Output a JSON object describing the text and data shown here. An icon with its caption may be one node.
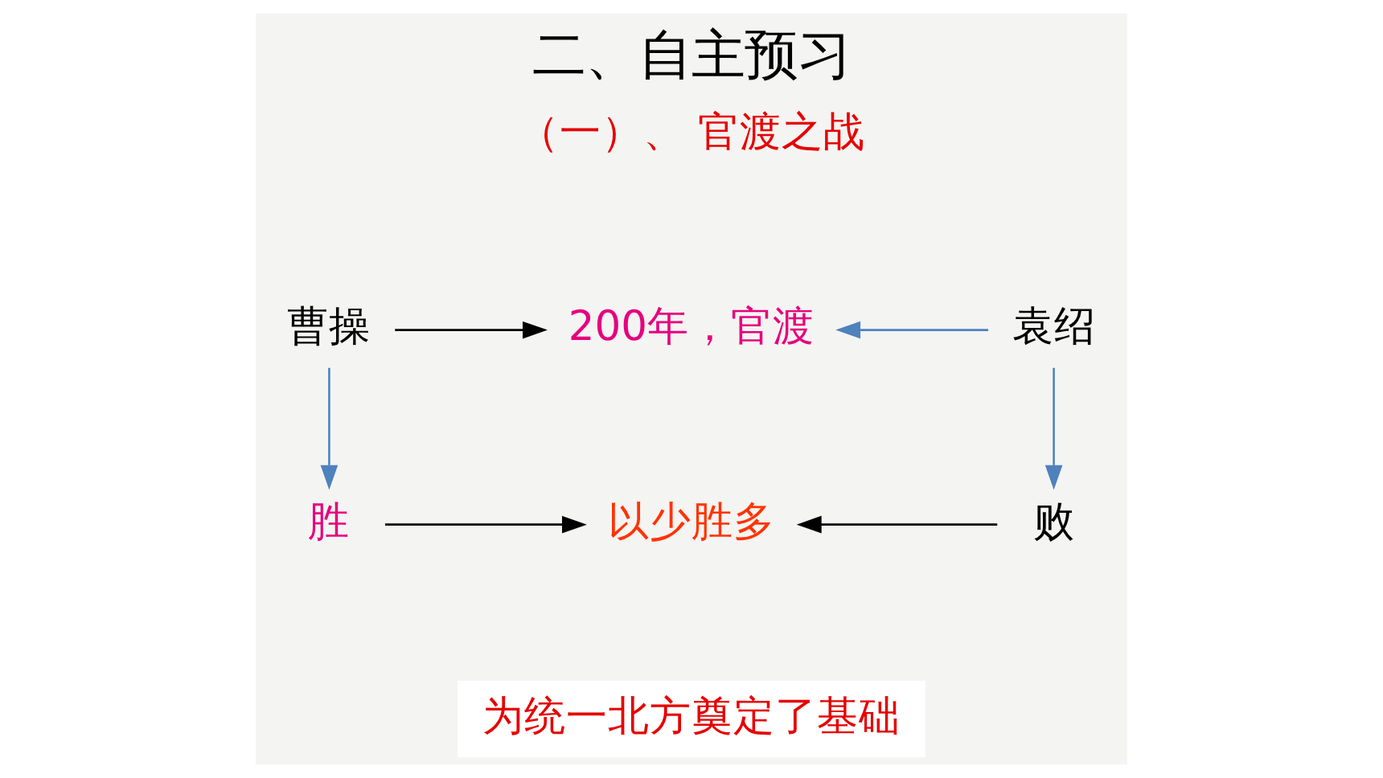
{
  "diagram": {
    "title": "二、自主预习",
    "nodes": [
      {
        "text": [
          "曹操"
        ]
      },
      {
        "text": [
          "200年，官渡"
        ]
      },
      {
        "text": [
          "袁绍"
        ]
      },
      {
        "text": [
          "胜"
        ]
      },
      {
        "text": [
          "以少胜多"
        ]
      },
      {
        "text": [
          "败"
        ]
      },
      {
        "text": [
          "为统一北方奠定了基础"
        ]
      }
    ],
    "edges": [
      {
        "from": 0,
        "to": 1,
        "arrow": "to"
      },
      {
        "from": 2,
        "to": 1,
        "arrow": "to",
        "color": "#4f81bd"
      },
      {
        "from": 0,
        "to": 3,
        "arrow": "to",
        "color": "#4f81bd"
      },
      {
        "from": 2,
        "to": 5,
        "arrow": "to",
        "color": "#4f81bd"
      },
      {
        "from": 3,
        "to": 4,
        "arrow": "to"
      },
      {
        "from": 5,
        "to": 4,
        "arrow": "to"
      }
    ],
    "labels": [
      "（一）、 官渡之战"
    ]
  }
}
